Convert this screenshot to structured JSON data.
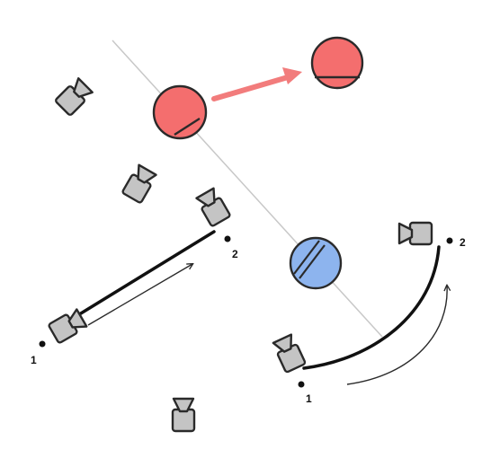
{
  "diagram": {
    "colors": {
      "background": "#ffffff",
      "axis_line": "#c8c8c8",
      "red_ball": "#f46e6e",
      "red_arrow": "#f27c7c",
      "blue_ball": "#8db4ee",
      "camera_fill": "#c4c4c4",
      "outline": "#2a2a2a"
    },
    "icons": {
      "camera": "movie-camera-icon",
      "ball": "ball-icon",
      "marker": "dot-marker-icon"
    },
    "labels": {
      "dolly_start": "1",
      "dolly_end": "2",
      "arc_start": "1",
      "arc_end": "2"
    }
  }
}
